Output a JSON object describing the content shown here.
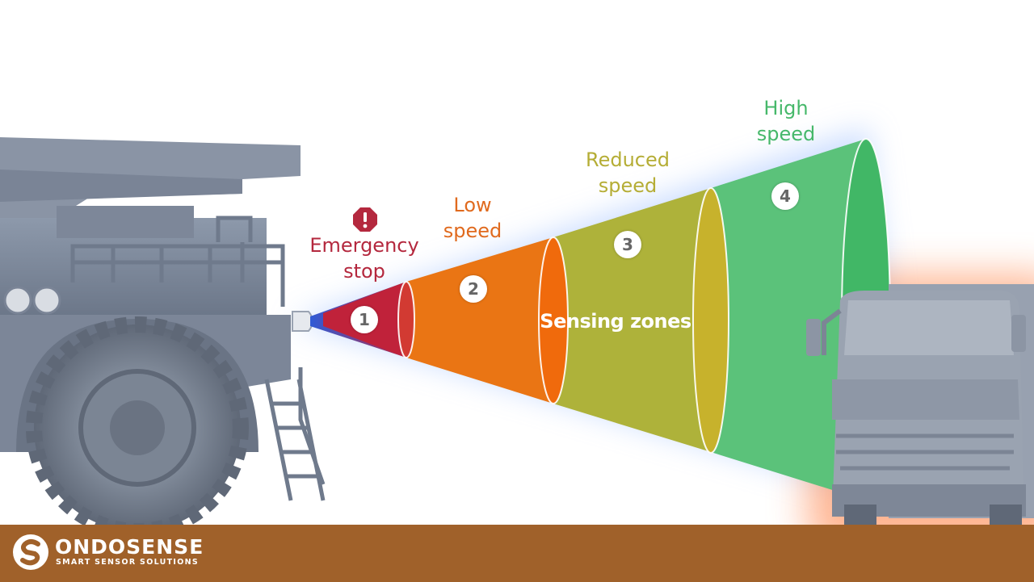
{
  "zones": [
    {
      "number": "1",
      "line1": "Emergency",
      "line2": "stop",
      "color": "#c0223a",
      "label_color": "#b4283e"
    },
    {
      "number": "2",
      "line1": "Low",
      "line2": "speed",
      "color": "#ea7514",
      "label_color": "#e06a1e"
    },
    {
      "number": "3",
      "line1": "Reduced",
      "line2": "speed",
      "color": "#aeb23a",
      "label_color": "#b5ad35"
    },
    {
      "number": "4",
      "line1": "High",
      "line2": "speed",
      "color": "#5bc27a",
      "label_color": "#46b86a"
    }
  ],
  "center_title": "Sensing zones",
  "warning_icon": "exclamation-octagon-icon",
  "brand": {
    "name": "ONDOSENSE",
    "tagline": "SMART SENSOR SOLUTIONS",
    "logo_icon": "ondosense-s-logo-icon",
    "ground_color": "#a0612a"
  }
}
